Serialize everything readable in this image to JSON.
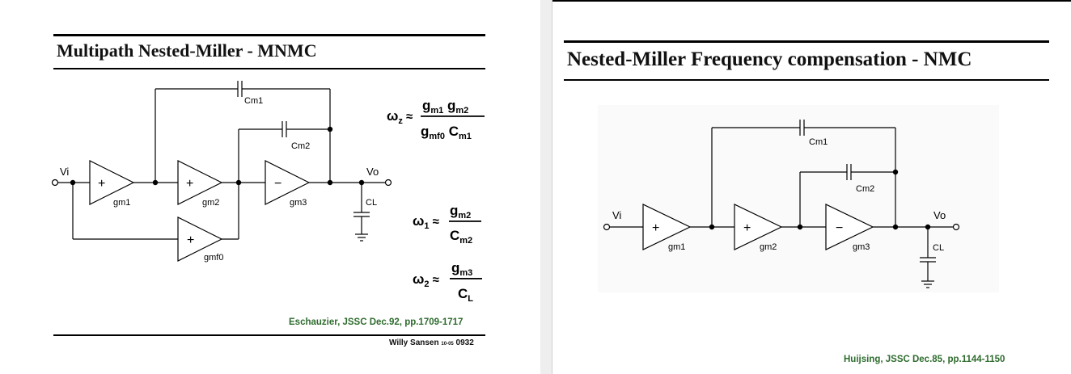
{
  "left_slide": {
    "title": "Multipath Nested-Miller - MNMC",
    "citation": "Eschauzier, JSSC Dec.92, pp.1709-1717",
    "author": "Willy Sansen",
    "slide_code_small": "10-05",
    "slide_code": "0932",
    "circuit": {
      "vi": "Vi",
      "vo": "Vo",
      "cm1": "Cm1",
      "cm2": "Cm2",
      "cl": "CL",
      "gm1": "gm1",
      "gm2": "gm2",
      "gm3": "gm3",
      "gmf0": "gmf0",
      "plus": "+",
      "minus": "−"
    },
    "equations": {
      "omega_z": "ω",
      "omega_z_sub": "z",
      "omega_z_num": "g",
      "omega_z_num_sub1": "m1",
      "omega_z_num_sub2": "m2",
      "omega_z_den1": "g",
      "omega_z_den1_sub": "mf0",
      "omega_z_den2": "C",
      "omega_z_den2_sub": "m1",
      "omega_1_sub": "1",
      "omega_1_num_sub": "m2",
      "omega_1_den_sub": "m2",
      "omega_2_sub": "2",
      "omega_2_num_sub": "m3",
      "omega_2_den_sub": "L",
      "approx": "≈"
    }
  },
  "right_slide": {
    "title": "Nested-Miller Frequency compensation  - NMC",
    "citation": "Huijsing, JSSC Dec.85, pp.1144-1150",
    "circuit": {
      "vi": "Vi",
      "vo": "Vo",
      "cm1": "Cm1",
      "cm2": "Cm2",
      "cl": "CL",
      "gm1": "gm1",
      "gm2": "gm2",
      "gm3": "gm3",
      "plus": "+",
      "minus": "−"
    }
  },
  "colors": {
    "citation": "#2e6b2e",
    "background": "#ffffff",
    "separator": "#eeeeee"
  }
}
